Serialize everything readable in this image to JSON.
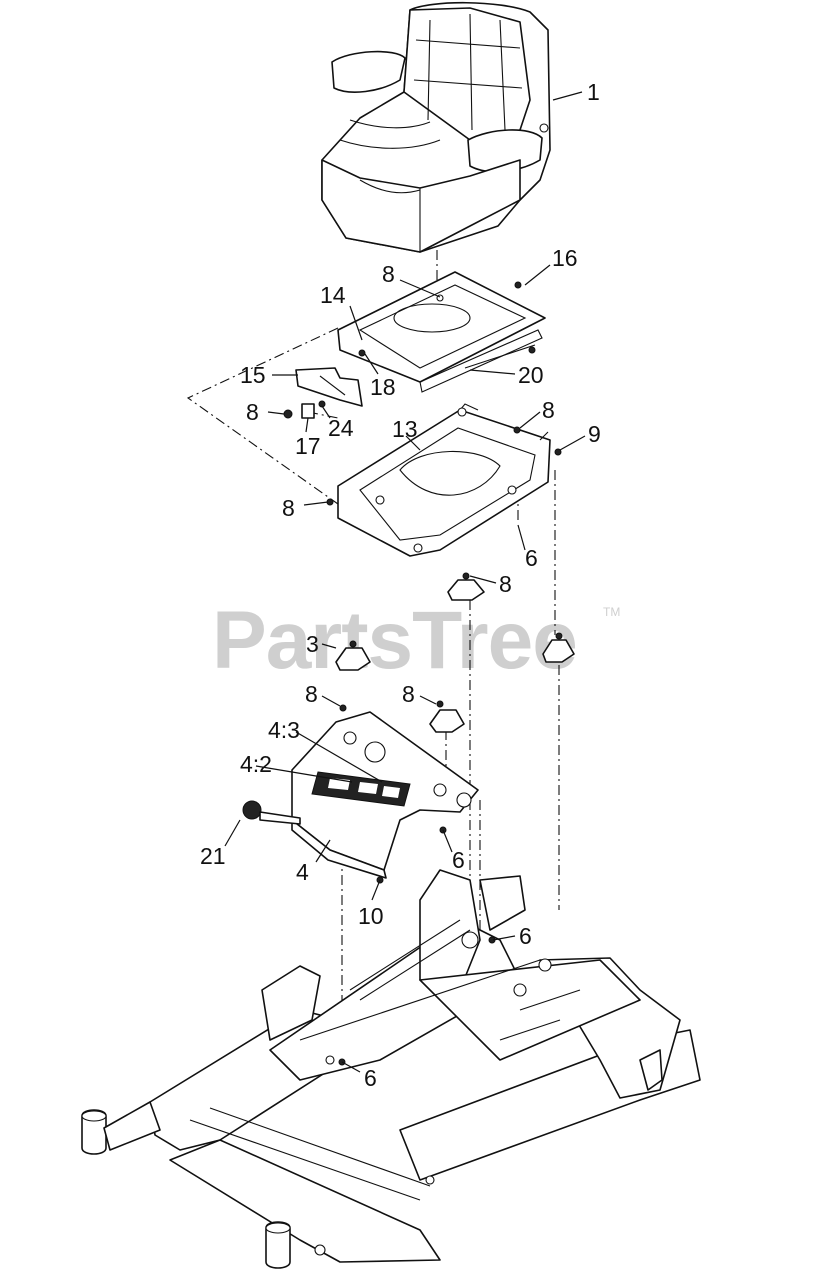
{
  "watermark": {
    "text": "PartsTree",
    "trademark": "TM"
  },
  "callouts": [
    {
      "id": "c1",
      "label": "1"
    },
    {
      "id": "c16",
      "label": "16"
    },
    {
      "id": "c8a",
      "label": "8"
    },
    {
      "id": "c14",
      "label": "14"
    },
    {
      "id": "c15",
      "label": "15"
    },
    {
      "id": "c18",
      "label": "18"
    },
    {
      "id": "c20",
      "label": "20"
    },
    {
      "id": "c8b",
      "label": "8"
    },
    {
      "id": "c24",
      "label": "24"
    },
    {
      "id": "c17",
      "label": "17"
    },
    {
      "id": "c8c",
      "label": "8"
    },
    {
      "id": "c9",
      "label": "9"
    },
    {
      "id": "c13",
      "label": "13"
    },
    {
      "id": "c8d",
      "label": "8"
    },
    {
      "id": "c6a",
      "label": "6"
    },
    {
      "id": "c8e",
      "label": "8"
    },
    {
      "id": "c3",
      "label": "3"
    },
    {
      "id": "c8f",
      "label": "8"
    },
    {
      "id": "c8g",
      "label": "8"
    },
    {
      "id": "c43",
      "label": "4:3"
    },
    {
      "id": "c42",
      "label": "4:2"
    },
    {
      "id": "c21",
      "label": "21"
    },
    {
      "id": "c4",
      "label": "4"
    },
    {
      "id": "c6b",
      "label": "6"
    },
    {
      "id": "c10",
      "label": "10"
    },
    {
      "id": "c6c",
      "label": "6"
    },
    {
      "id": "c6d",
      "label": "6"
    }
  ]
}
